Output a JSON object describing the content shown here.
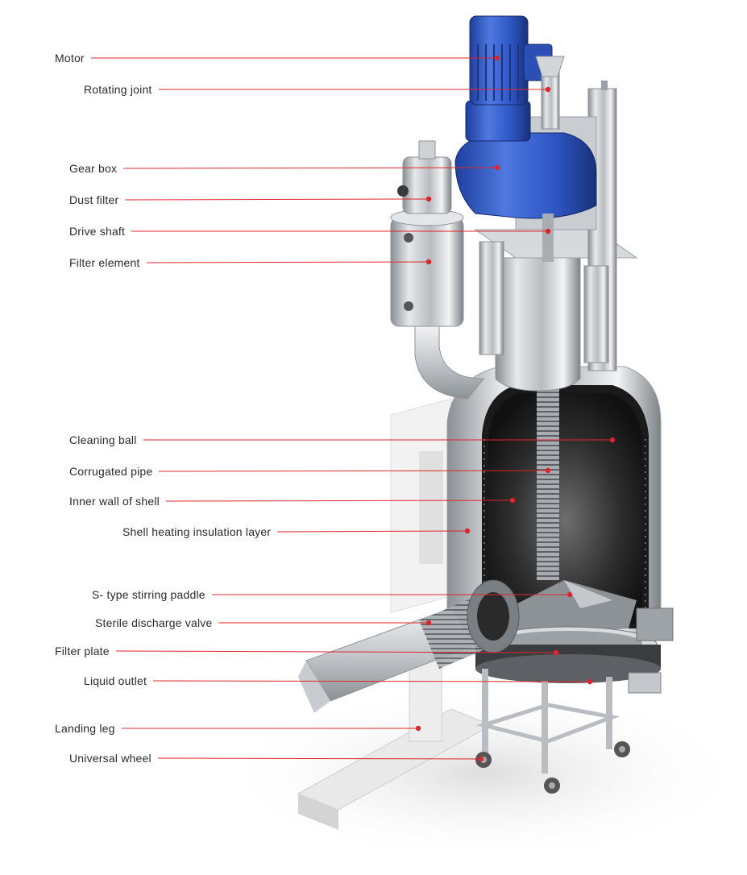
{
  "diagram": {
    "accent_color": "#e0242c",
    "equipment": "filter dryer vessel with agitator (cutaway)",
    "labels": [
      {
        "id": "motor",
        "text": "Motor"
      },
      {
        "id": "rotating-joint",
        "text": "Rotating joint"
      },
      {
        "id": "gear-box",
        "text": "Gear box"
      },
      {
        "id": "dust-filter",
        "text": "Dust filter"
      },
      {
        "id": "drive-shaft",
        "text": "Drive shaft"
      },
      {
        "id": "filter-element",
        "text": "Filter element"
      },
      {
        "id": "cleaning-ball",
        "text": "Cleaning ball"
      },
      {
        "id": "corrugated-pipe",
        "text": "Corrugated pipe"
      },
      {
        "id": "inner-wall-of-shell",
        "text": "Inner wall of shell"
      },
      {
        "id": "shell-heating-insulation-layer",
        "text": "Shell heating insulation layer"
      },
      {
        "id": "s-type-stirring-paddle",
        "text": "S- type stirring paddle"
      },
      {
        "id": "sterile-discharge-valve",
        "text": "Sterile discharge valve"
      },
      {
        "id": "filter-plate",
        "text": "Filter plate"
      },
      {
        "id": "liquid-outlet",
        "text": "Liquid outlet"
      },
      {
        "id": "landing-leg",
        "text": "Landing leg"
      },
      {
        "id": "universal-wheel",
        "text": "Universal wheel"
      }
    ]
  }
}
